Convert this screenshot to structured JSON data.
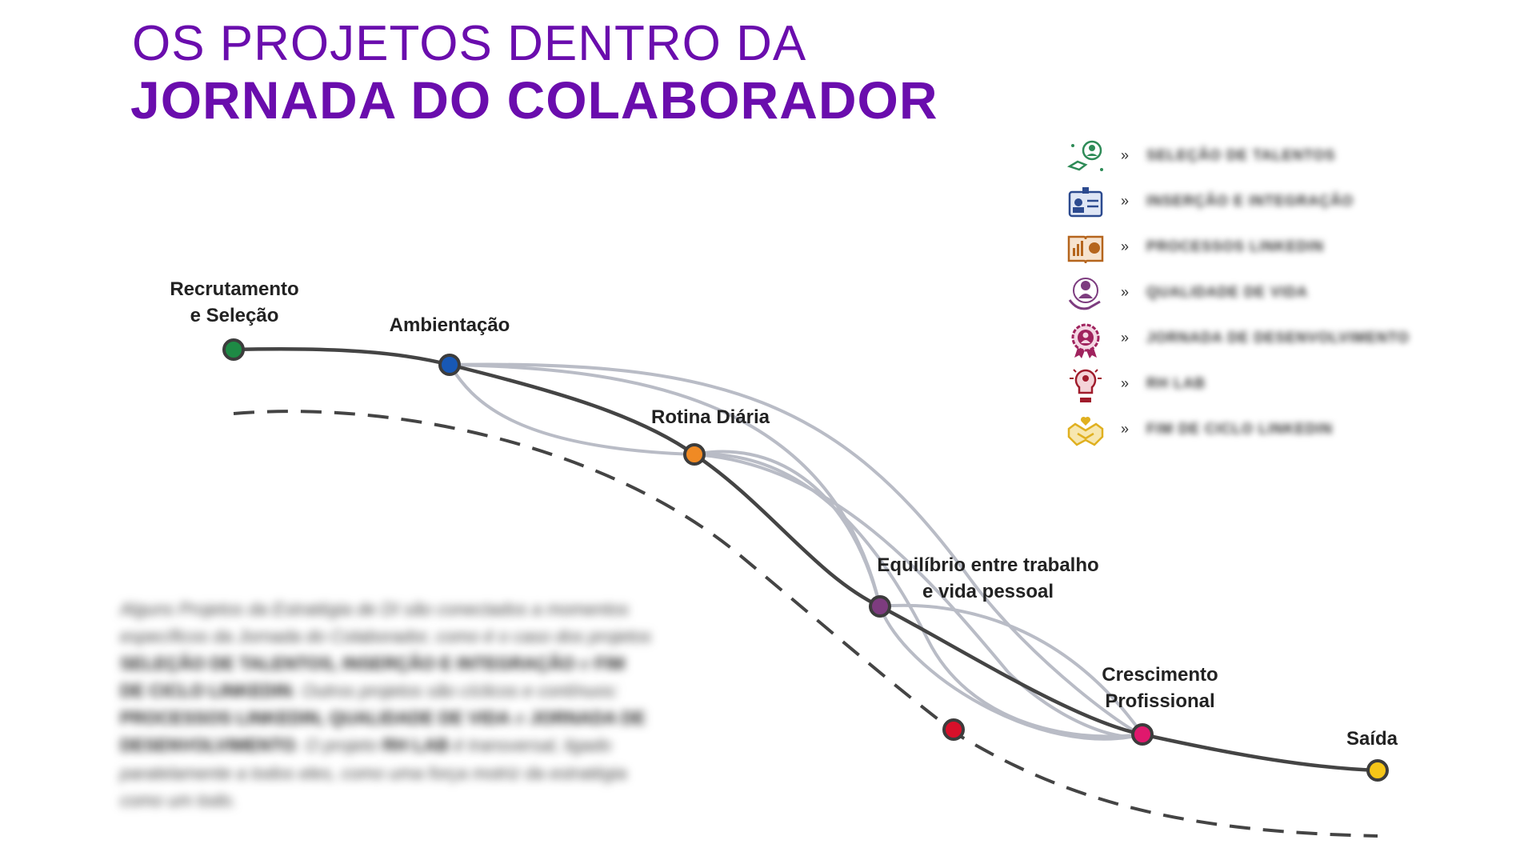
{
  "title": {
    "line1": "OS PROJETOS DENTRO DA",
    "line2": "JORNADA DO COLABORADOR"
  },
  "stages": [
    {
      "id": "recrutamento",
      "label": "Recrutamento\ne Seleção",
      "color": "#1e8a45"
    },
    {
      "id": "ambientacao",
      "label": "Ambientação",
      "color": "#1858b5"
    },
    {
      "id": "rotina",
      "label": "Rotina Diária",
      "color": "#f08a24"
    },
    {
      "id": "equilibrio",
      "label": "Equilíbrio entre  trabalho\ne vida pessoal",
      "color": "#7d3c7f"
    },
    {
      "id": "crescimento",
      "label": "Crescimento\nProfissional",
      "color": "#e0186d"
    },
    {
      "id": "saida",
      "label": "Saída",
      "color": "#f5c518"
    }
  ],
  "off_path_marker": {
    "color": "#d8102a"
  },
  "legend": {
    "arrow": "»",
    "items": [
      {
        "icon": "handshake-recruiter-icon",
        "color": "#2e8b57",
        "text": "SELEÇÃO DE TALENTOS"
      },
      {
        "icon": "id-badge-icon",
        "color": "#2c4a8f",
        "text": "INSERÇÃO E INTEGRAÇÃO"
      },
      {
        "icon": "book-chart-icon",
        "color": "#b5651d",
        "text": "PROCESSOS LINKEDIN"
      },
      {
        "icon": "person-in-hand-icon",
        "color": "#7d3c7f",
        "text": "QUALIDADE DE VIDA"
      },
      {
        "icon": "award-rosette-icon",
        "color": "#a0235e",
        "text": "JORNADA DE DESENVOLVIMENTO"
      },
      {
        "icon": "lightbulb-person-icon",
        "color": "#a01c2c",
        "text": "RH LAB"
      },
      {
        "icon": "handshake-heart-icon",
        "color": "#e0b020",
        "text": "FIM DE CICLO LINKEDIN"
      }
    ]
  },
  "colors": {
    "title": "#6a0dad",
    "main_path": "#444444",
    "connector_paths": "#b9bcc6",
    "dashed_path": "#444444"
  }
}
